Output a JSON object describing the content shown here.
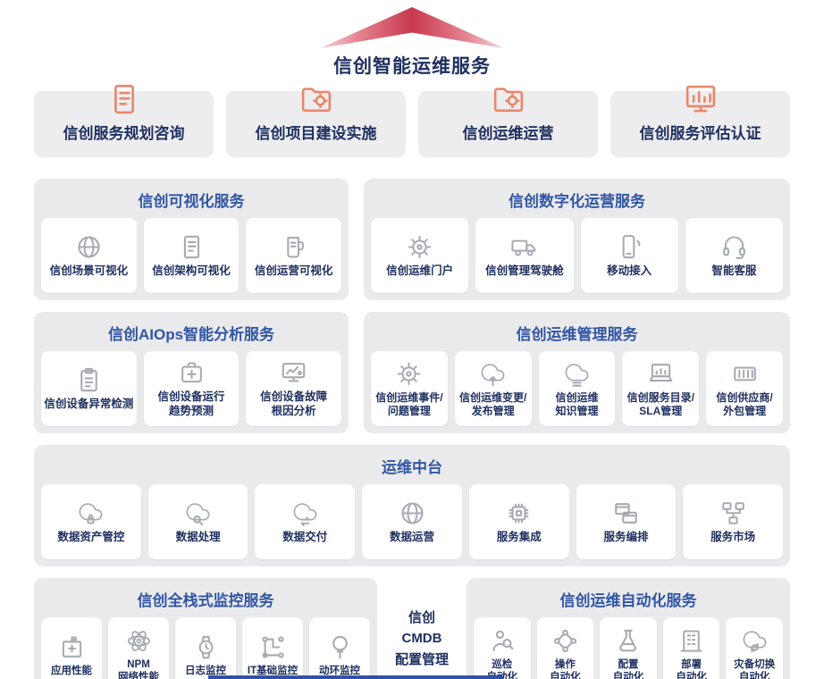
{
  "title": "信创智能运维服务",
  "colors": {
    "accent_orange": "#E8876A",
    "label_navy": "#1F3060",
    "panel_title_blue": "#3156A5",
    "panel_bg": "#EAEAEC",
    "arrow_red": "#C93A4E"
  },
  "top_services": [
    {
      "label": "信创服务规划咨询",
      "icon": "document-icon"
    },
    {
      "label": "信创项目建设实施",
      "icon": "folder-gear-icon"
    },
    {
      "label": "信创运维运营",
      "icon": "folder-gear-icon"
    },
    {
      "label": "信创服务评估认证",
      "icon": "bar-chart-icon"
    }
  ],
  "panels": [
    {
      "title": "信创可视化服务",
      "items": [
        {
          "label": "信创场景可视化",
          "icon": "globe-icon"
        },
        {
          "label": "信创架构可视化",
          "icon": "document-icon"
        },
        {
          "label": "信创运营可视化",
          "icon": "mug-icon"
        }
      ]
    },
    {
      "title": "信创数字化运营服务",
      "items": [
        {
          "label": "信创运维门户",
          "icon": "gear-icon"
        },
        {
          "label": "信创管理驾驶舱",
          "icon": "truck-icon"
        },
        {
          "label": "移动接入",
          "icon": "mobile-icon"
        },
        {
          "label": "智能客服",
          "icon": "headset-icon"
        }
      ]
    },
    {
      "title": "信创AIOps智能分析服务",
      "items": [
        {
          "label": "信创设备异常检测",
          "icon": "clipboard-icon"
        },
        {
          "label": "信创设备运行\n趋势预测",
          "icon": "medical-cross-icon"
        },
        {
          "label": "信创设备故障\n根因分析",
          "icon": "monitor-chart-icon"
        }
      ]
    },
    {
      "title": "信创运维管理服务",
      "items": [
        {
          "label": "信创运维事件/\n问题管理",
          "icon": "gear-icon"
        },
        {
          "label": "信创运维变更/\n发布管理",
          "icon": "cloud-upload-icon"
        },
        {
          "label": "信创运维\n知识管理",
          "icon": "cloud-list-icon"
        },
        {
          "label": "信创服务目录/\nSLA管理",
          "icon": "laptop-chart-icon"
        },
        {
          "label": "信创供应商/\n外包管理",
          "icon": "container-icon"
        }
      ]
    },
    {
      "title": "运维中台",
      "items": [
        {
          "label": "数据资产管控",
          "icon": "cloud-lock-icon"
        },
        {
          "label": "数据处理",
          "icon": "cloud-search-icon"
        },
        {
          "label": "数据交付",
          "icon": "cloud-transfer-icon"
        },
        {
          "label": "数据运营",
          "icon": "globe-icon"
        },
        {
          "label": "服务集成",
          "icon": "chip-icon"
        },
        {
          "label": "服务编排",
          "icon": "windows-icon"
        },
        {
          "label": "服务市场",
          "icon": "network-icon"
        }
      ]
    },
    {
      "title": "信创全栈式监控服务",
      "items": [
        {
          "label": "应用性能",
          "icon": "hospital-icon"
        },
        {
          "label": "NPM\n网络性能",
          "icon": "atom-icon"
        },
        {
          "label": "日志监控",
          "icon": "watch-icon"
        },
        {
          "label": "IT基础监控",
          "icon": "circuit-icon"
        },
        {
          "label": "动环监控",
          "icon": "balloon-icon"
        }
      ]
    },
    {
      "title": "信创运维自动化服务",
      "items": [
        {
          "label": "巡检\n自动化",
          "icon": "inspector-icon"
        },
        {
          "label": "操作\n自动化",
          "icon": "nodes-icon"
        },
        {
          "label": "配置\n自动化",
          "icon": "flask-icon"
        },
        {
          "label": "部署\n自动化",
          "icon": "building-icon"
        },
        {
          "label": "灾备切换\n自动化",
          "icon": "cloud-switch-icon"
        }
      ]
    }
  ],
  "cmdb": {
    "label": "信创\nCMDB\n配置管理"
  }
}
